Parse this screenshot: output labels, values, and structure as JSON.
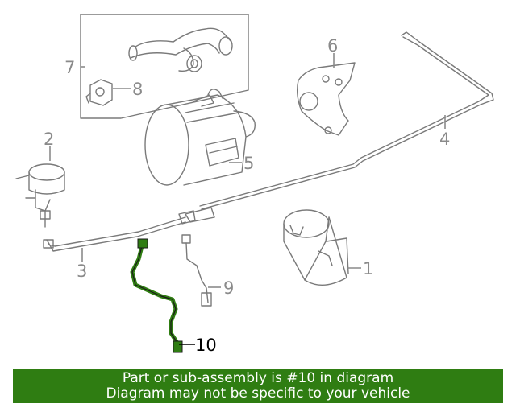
{
  "diagram": {
    "callouts": [
      {
        "id": "1",
        "label": "1"
      },
      {
        "id": "2",
        "label": "2"
      },
      {
        "id": "3",
        "label": "3"
      },
      {
        "id": "4",
        "label": "4"
      },
      {
        "id": "5",
        "label": "5"
      },
      {
        "id": "6",
        "label": "6"
      },
      {
        "id": "7",
        "label": "7"
      },
      {
        "id": "8",
        "label": "8"
      },
      {
        "id": "9",
        "label": "9"
      },
      {
        "id": "10",
        "label": "10"
      }
    ],
    "highlighted_part": "10",
    "highlight_color": "#2f7d12",
    "line_color": "#7a7a7a"
  },
  "footer": {
    "line1": "Part or sub-assembly is #10 in diagram",
    "line2": "Diagram may not be specific to your vehicle",
    "background": "#2f7d12"
  }
}
